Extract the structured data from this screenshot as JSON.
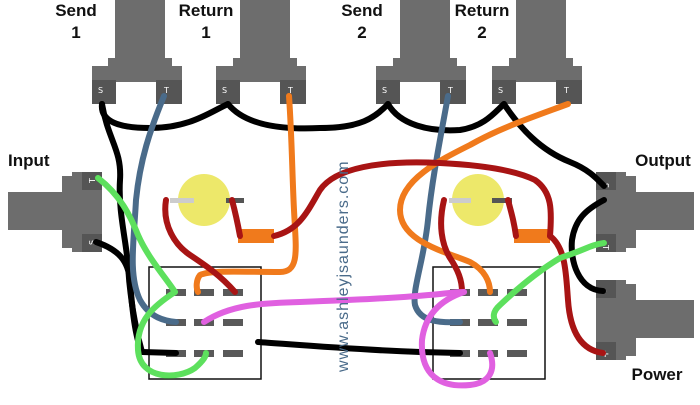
{
  "labels": {
    "send1": [
      "Send",
      "1"
    ],
    "return1": [
      "Return",
      "1"
    ],
    "send2": [
      "Send",
      "2"
    ],
    "return2": [
      "Return",
      "2"
    ],
    "input": "Input",
    "output": "Output",
    "power": "Power"
  },
  "pins": {
    "sleeve": "S",
    "tip": "T",
    "minus": "-",
    "plus": "+"
  },
  "watermark": "www.ashleyjsaunders.com",
  "colors": {
    "jack_body": "#6d6d6d",
    "jack_dark": "#555555",
    "ground_wire": "#000000",
    "wire_slate": "#4a6b8a",
    "wire_orange": "#f07a1c",
    "wire_darkred": "#a81414",
    "wire_green": "#5de05d",
    "wire_magenta": "#e060e0",
    "led_yellow": "#ede86a",
    "resistor_orange": "#f07a1c",
    "lug_gray": "#595959",
    "watermark_blue": "#4a6b8a"
  }
}
